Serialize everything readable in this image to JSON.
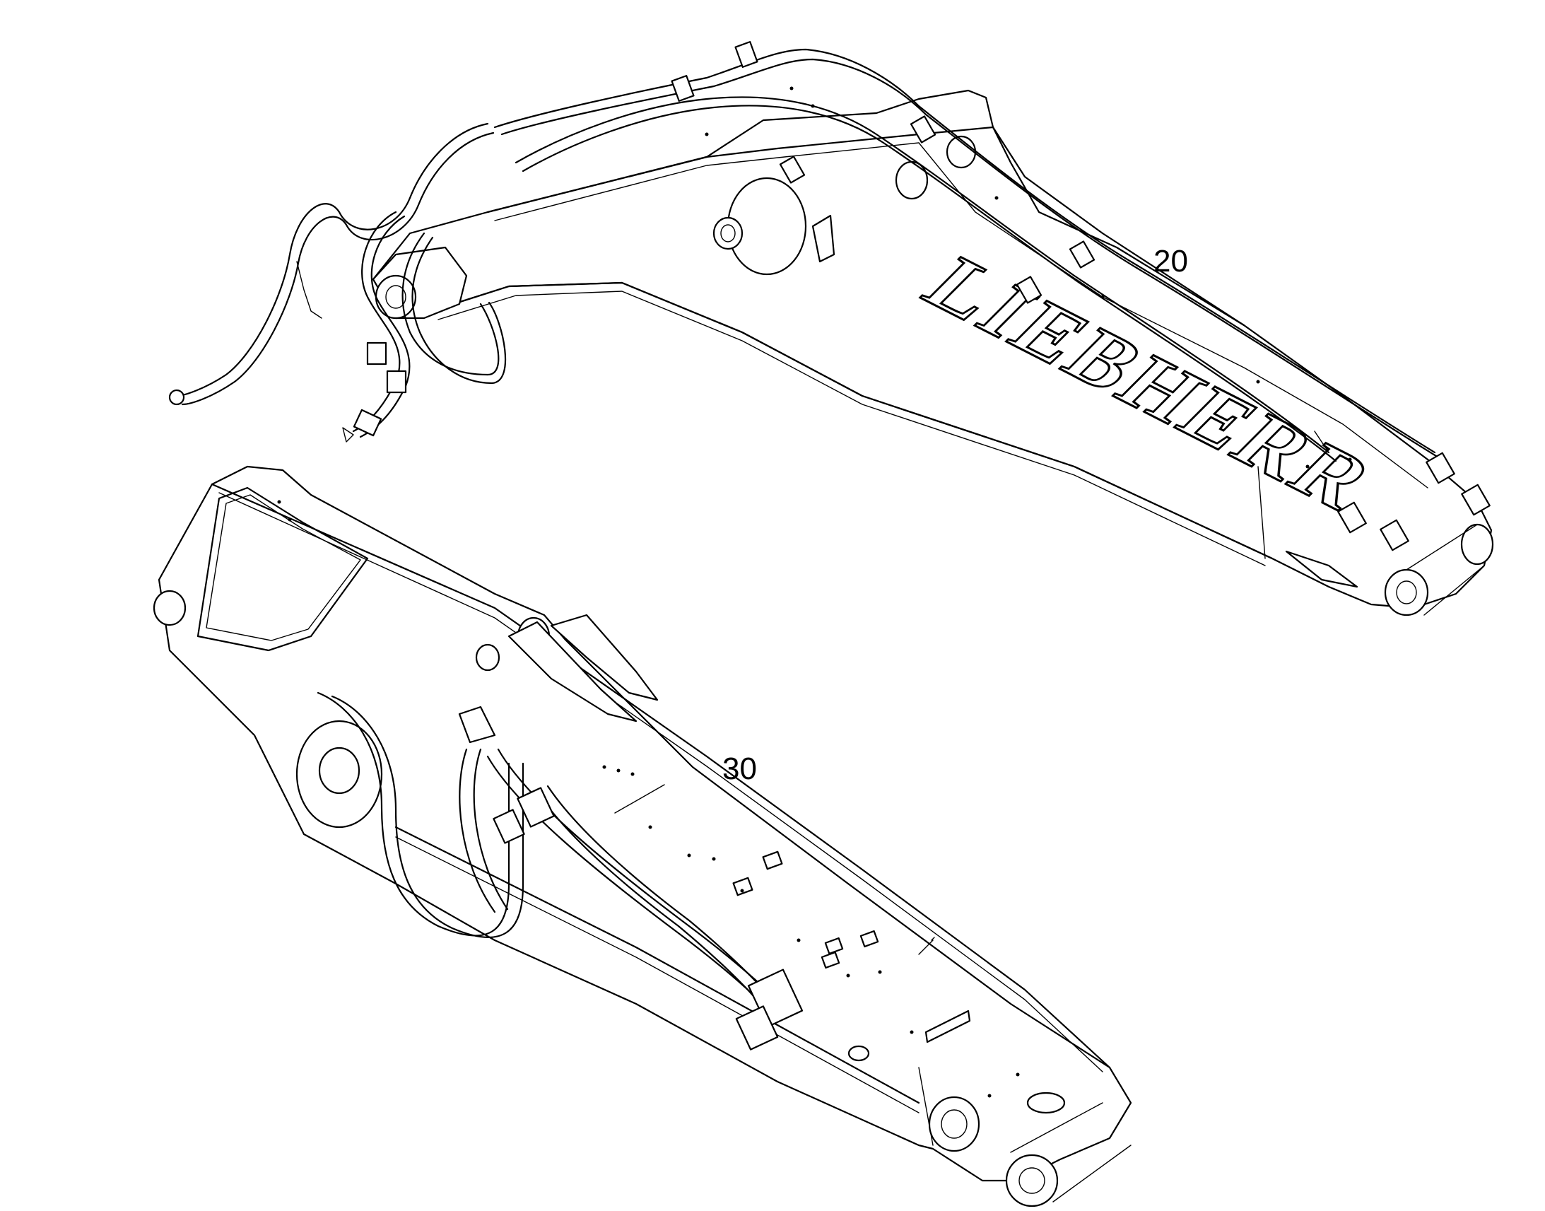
{
  "diagram": {
    "callouts": [
      {
        "id": "20",
        "text": "20"
      },
      {
        "id": "30",
        "text": "30"
      }
    ],
    "brand_lettering": "LIEBHERR"
  },
  "colors": {
    "line": "#000000",
    "background": "#ffffff"
  }
}
